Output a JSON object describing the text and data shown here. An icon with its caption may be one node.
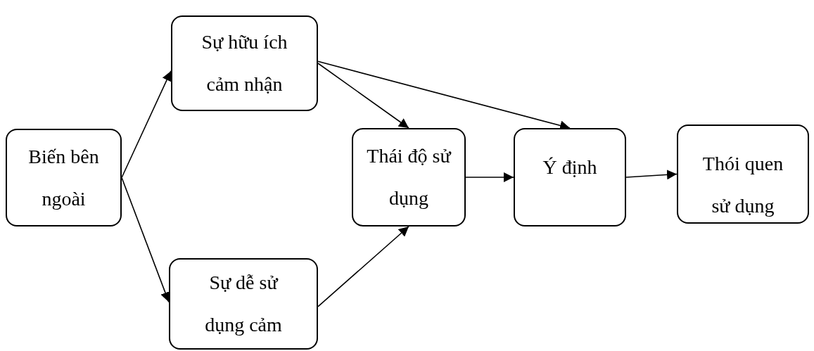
{
  "diagram": {
    "nodes": [
      {
        "text": [
          "Biến bên ngoài"
        ]
      },
      {
        "text": [
          "Sự hữu ích cảm nhận"
        ]
      },
      {
        "text": [
          "Sự dễ sử dụng cảm"
        ]
      },
      {
        "text": [
          "Thái độ sử dụng"
        ]
      },
      {
        "text": [
          "Ý định"
        ]
      },
      {
        "text": [
          "Thói quen sử dụng"
        ]
      }
    ],
    "edges": [
      {
        "from": 0,
        "to": 1,
        "arrow": "to"
      },
      {
        "from": 0,
        "to": 2,
        "arrow": "to"
      },
      {
        "from": 1,
        "to": 3,
        "arrow": "to"
      },
      {
        "from": 1,
        "to": 4,
        "arrow": "to"
      },
      {
        "from": 2,
        "to": 3,
        "arrow": "to"
      },
      {
        "from": 3,
        "to": 4,
        "arrow": "to"
      },
      {
        "from": 4,
        "to": 5,
        "arrow": "to"
      }
    ]
  }
}
